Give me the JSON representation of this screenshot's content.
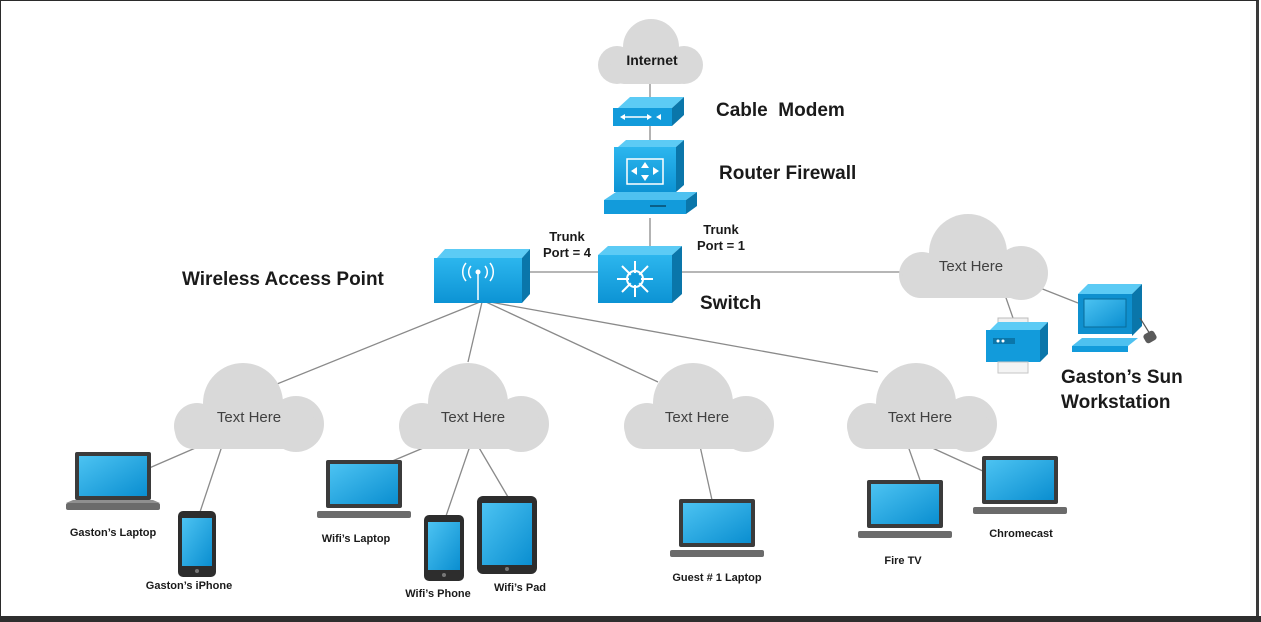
{
  "nodes": {
    "internet": "Internet",
    "cable_modem": "Cable  Modem",
    "router_firewall": "Router Firewall",
    "switch": "Switch",
    "wireless_ap": "Wireless Access Point",
    "workstation_line1": "Gaston’s Sun",
    "workstation_line2": "Workstation"
  },
  "trunks": {
    "left_line1": "Trunk",
    "left_line2": "Port = 4",
    "right_line1": "Trunk",
    "right_line2": "Port = 1"
  },
  "clouds": {
    "placeholder": "Text Here"
  },
  "devices": {
    "gaston_laptop": "Gaston’s Laptop",
    "gaston_iphone": "Gaston’s iPhone",
    "wifi_laptop": "Wifi’s Laptop",
    "wifi_phone": "Wifi’s Phone",
    "wifi_pad": "Wifi’s Pad",
    "guest_laptop": "Guest # 1 Laptop",
    "fire_tv": "Fire TV",
    "chromecast": "Chromecast"
  },
  "colors": {
    "device_blue": "#1aa3e0",
    "device_dark": "#0b7fb8",
    "cloud": "#d9d9d9",
    "line": "#8a8a8a"
  }
}
